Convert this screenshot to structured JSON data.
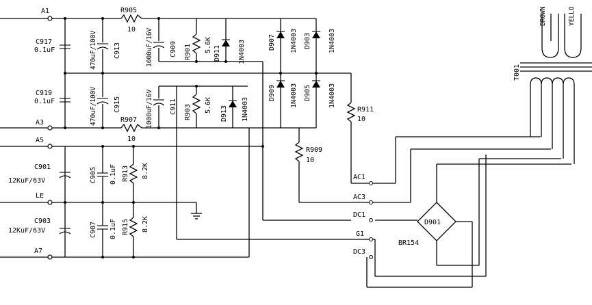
{
  "nets": {
    "a1": "A1",
    "a3": "A3",
    "a5": "A5",
    "le": "LE",
    "a7": "A7",
    "ac1": "AC1",
    "ac3": "AC3",
    "dc1": "DC1",
    "g1": "G1",
    "dc3": "DC3"
  },
  "components": {
    "r905": {
      "ref": "R905",
      "value": "10"
    },
    "r907": {
      "ref": "R907",
      "value": "10"
    },
    "c917": {
      "ref": "C917",
      "value": "0.1uF"
    },
    "c919": {
      "ref": "C919",
      "value": "0.1uF"
    },
    "c913": {
      "ref": "C913",
      "value": "470uF/100V"
    },
    "c915": {
      "ref": "C915",
      "value": "470uF/100V"
    },
    "c909": {
      "ref": "C909",
      "value": "1000uF/16V"
    },
    "c911": {
      "ref": "C911",
      "value": "1000uF/16V"
    },
    "r901": {
      "ref": "R901",
      "value": "5.6K"
    },
    "r903": {
      "ref": "R903",
      "value": "5.6K"
    },
    "d911": {
      "ref": "D911",
      "value": "1N4003"
    },
    "d913": {
      "ref": "D913",
      "value": "1N4003"
    },
    "d907": {
      "ref": "D907",
      "value": "1N4003"
    },
    "d903": {
      "ref": "D903",
      "value": "1N4003"
    },
    "d909": {
      "ref": "D909",
      "value": "1N4003"
    },
    "d905": {
      "ref": "D905",
      "value": "1N4003"
    },
    "r911": {
      "ref": "R911",
      "value": "10"
    },
    "r909": {
      "ref": "R909",
      "value": "10"
    },
    "c901": {
      "ref": "C901",
      "value": "12KuF/63V"
    },
    "c903": {
      "ref": "C903",
      "value": "12KuF/63V"
    },
    "c905": {
      "ref": "C905",
      "value": "0.1uF"
    },
    "c907": {
      "ref": "C907",
      "value": "0.1uF"
    },
    "r913": {
      "ref": "R913",
      "value": "8.2K"
    },
    "r915": {
      "ref": "R915",
      "value": "8.2K"
    },
    "d901": {
      "ref": "D901",
      "value": "BR154"
    },
    "t001": {
      "ref": "T001"
    }
  },
  "wire_labels": {
    "brown": "BROWN",
    "yellow": "YELLO"
  }
}
